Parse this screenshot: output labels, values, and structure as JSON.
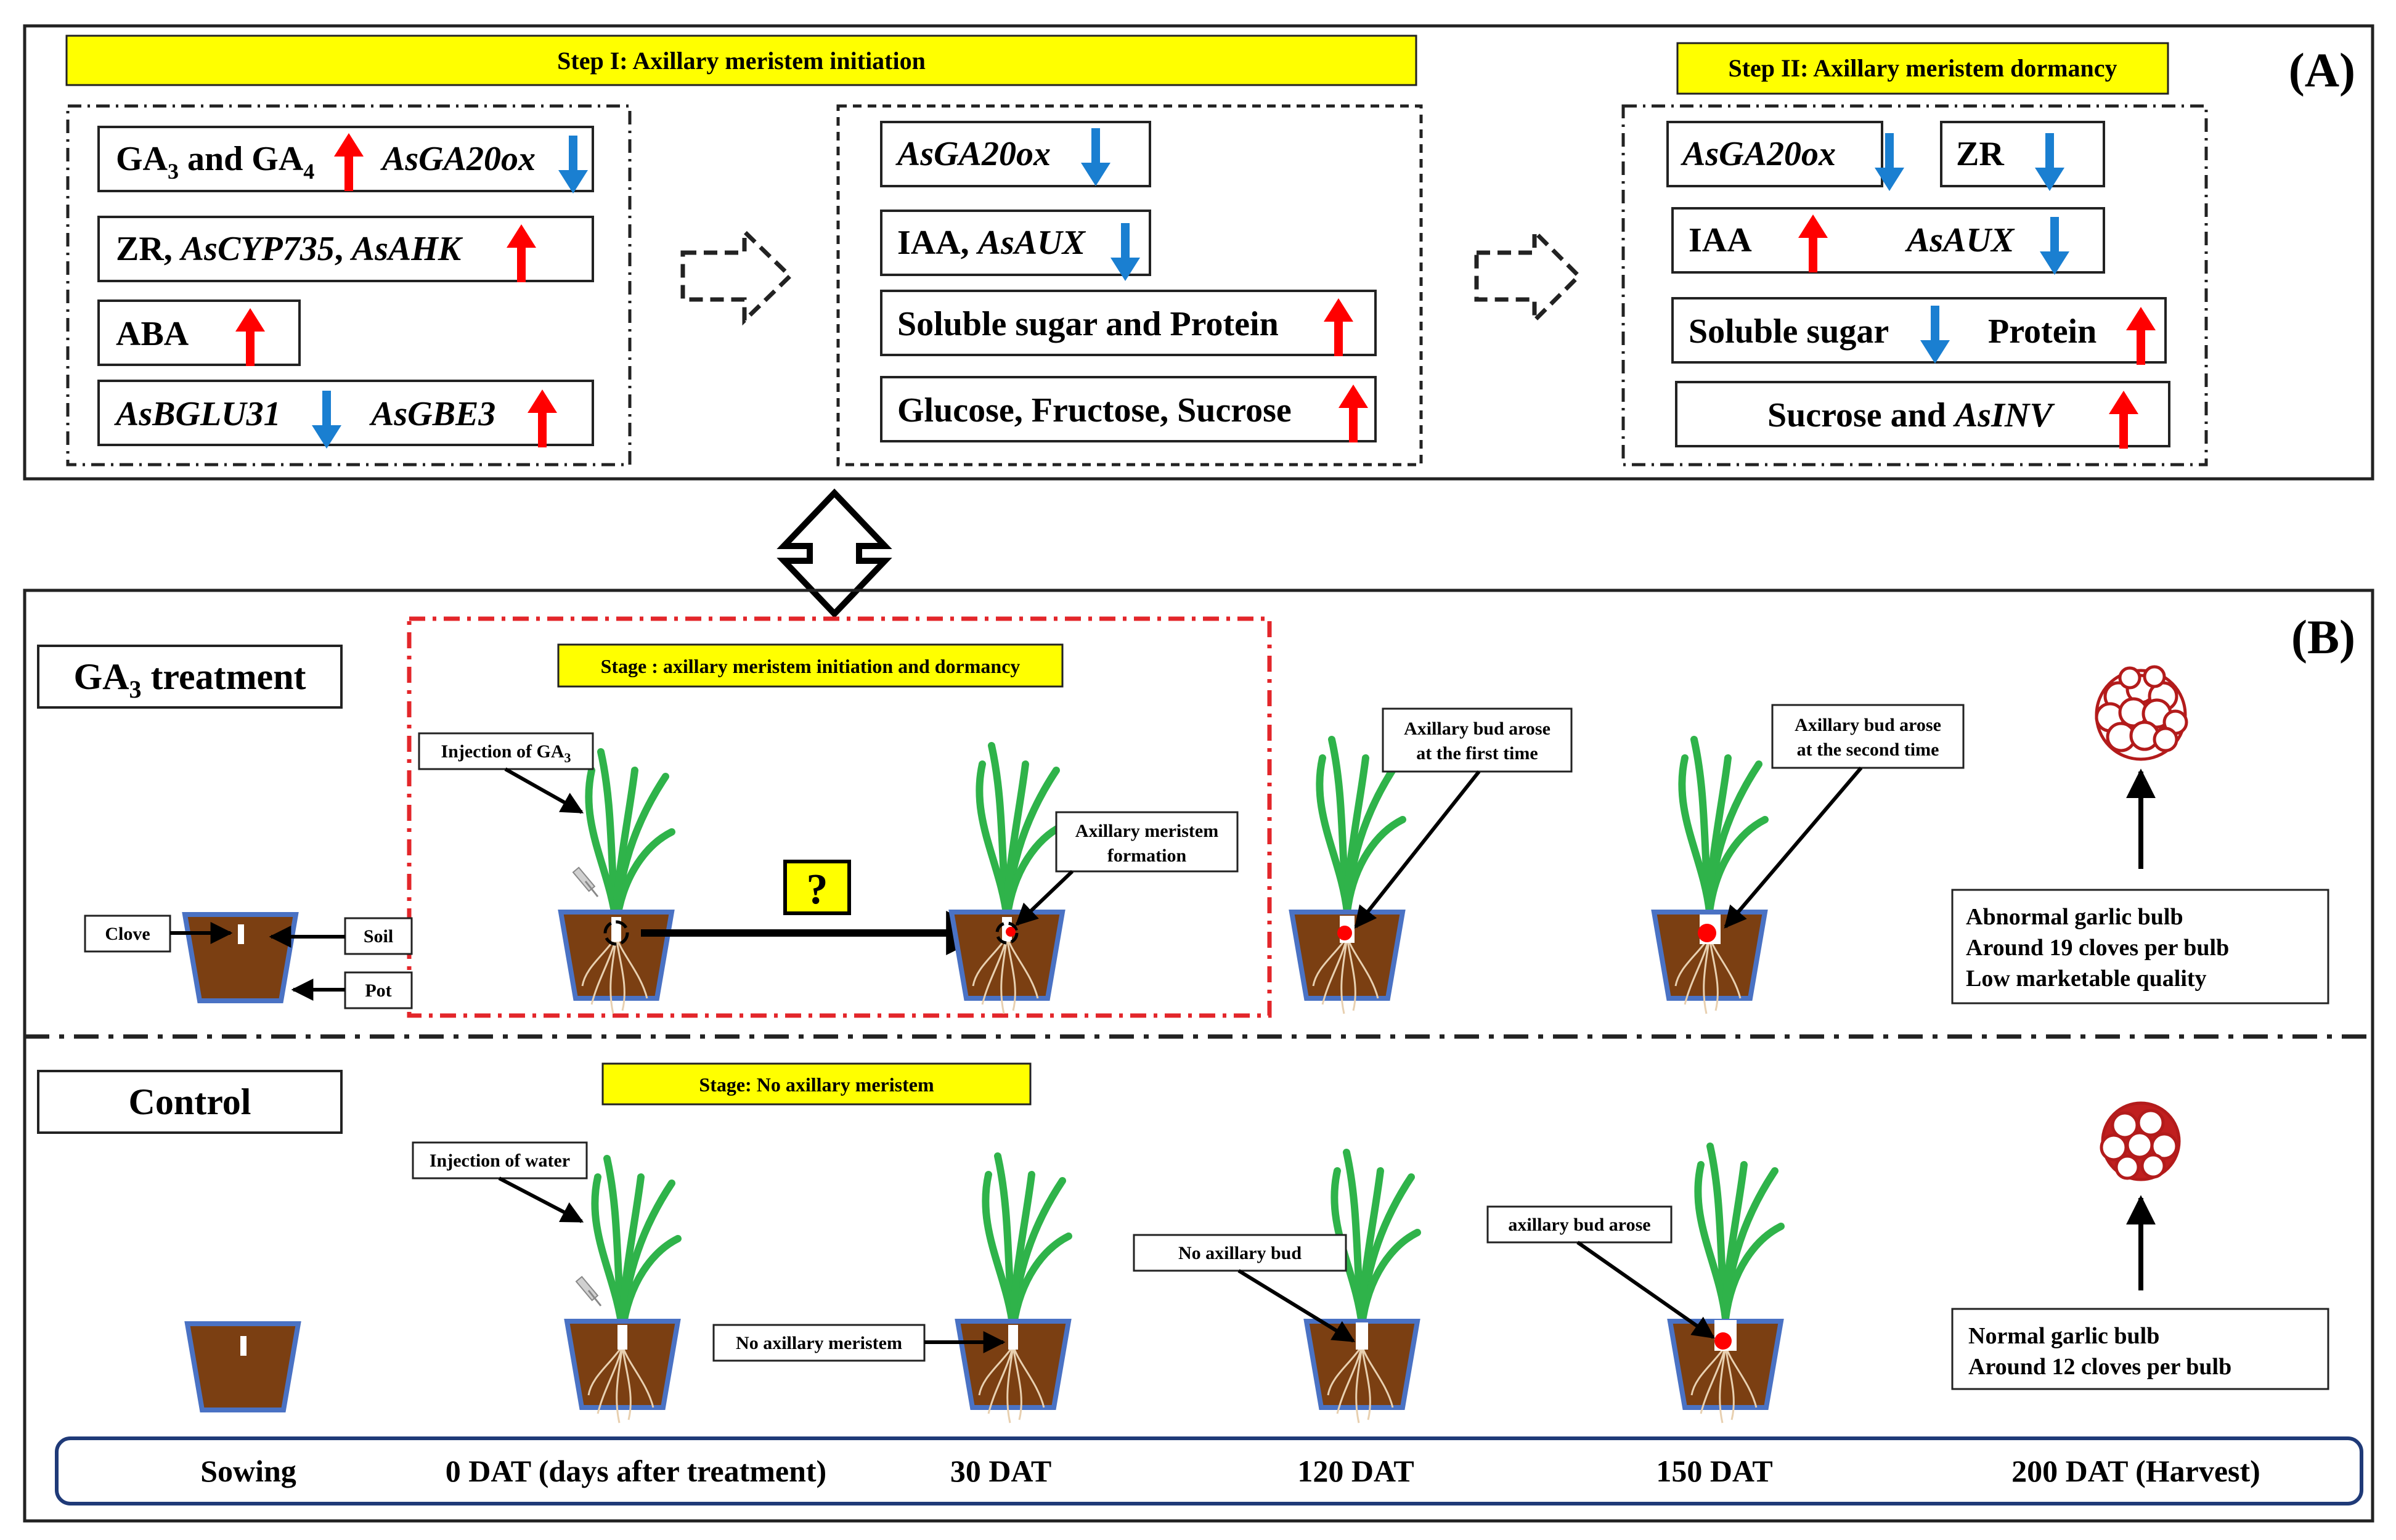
{
  "panel_a": {
    "label": "(A)",
    "step1_title": "Step I: Axillary meristem initiation",
    "step2_title": "Step II: Axillary meristem dormancy",
    "box1": {
      "r1a": "GA",
      "r1b": "3",
      "r1c": " and GA",
      "r1d": "4",
      "r1e": "AsGA20ox",
      "r2a": "ZR, ",
      "r2b": "AsCYP735",
      "r2c": ", ",
      "r2d": "AsAHK",
      "r3": "ABA",
      "r4a": "AsBGLU31",
      "r4b": "AsGBE3"
    },
    "box2": {
      "r1": "AsGA20ox",
      "r2a": "IAA, ",
      "r2b": "AsAUX",
      "r3": "Soluble sugar and Protein",
      "r4": "Glucose, Fructose, Sucrose"
    },
    "box3": {
      "r1a": "AsGA20ox",
      "r1b": "ZR",
      "r2a": "IAA",
      "r2b": "AsAUX",
      "r3a": "Soluble sugar",
      "r3b": "Protein",
      "r4a": "Sucrose and ",
      "r4b": "AsINV"
    }
  },
  "panel_b": {
    "label": "(B)",
    "ga3_label_a": "GA",
    "ga3_label_b": "3",
    "ga3_label_c": " treatment",
    "control_label": "Control",
    "stage_ga3": "Stage : axillary meristem initiation and dormancy",
    "stage_control": "Stage: No axillary meristem",
    "question_mark": "?",
    "callouts": {
      "clove": "Clove",
      "soil": "Soil",
      "pot": "Pot",
      "injection_ga3_a": "Injection of GA",
      "injection_ga3_b": "3",
      "axillary_meristem_formation_1": "Axillary  meristem",
      "axillary_meristem_formation_2": "formation",
      "bud_first_1": "Axillary  bud arose",
      "bud_first_2": "at the first time",
      "bud_second_1": "Axillary  bud arose",
      "bud_second_2": "at the second time",
      "injection_water": "Injection of water",
      "no_meristem": "No axillary meristem",
      "no_bud": "No axillary bud",
      "bud_arose": "axillary bud arose"
    },
    "ga3_result": [
      "Abnormal garlic bulb",
      "Around 19 cloves per bulb",
      "Low marketable quality"
    ],
    "control_result": [
      "Normal garlic bulb",
      "Around 12 cloves per bulb"
    ],
    "timeline": [
      "Sowing",
      "0 DAT (days after treatment)",
      "30 DAT",
      "120 DAT",
      "150 DAT",
      "200 DAT (Harvest)"
    ]
  },
  "colors": {
    "up_arrow": "#ff0000",
    "down_arrow": "#1a7fd1",
    "highlight": "#ffff00",
    "soil": "#7b3f12",
    "pot_rim": "#4a72c4",
    "leaf": "#2fb34a",
    "red_dash": "#e3262a"
  }
}
